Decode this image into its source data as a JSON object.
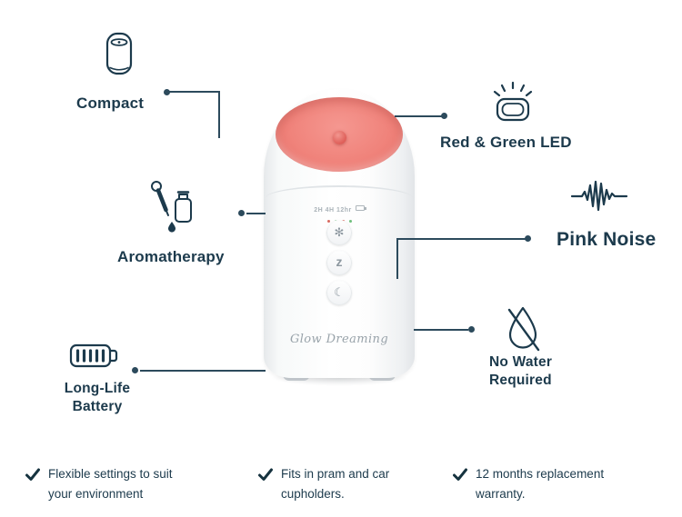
{
  "features": {
    "compact": {
      "label": "Compact"
    },
    "led": {
      "label": "Red & Green LED"
    },
    "aromatherapy": {
      "label": "Aromatherapy"
    },
    "pink_noise": {
      "label": "Pink Noise"
    },
    "battery": {
      "label": "Long-Life Battery"
    },
    "no_water": {
      "label": "No Water Required"
    }
  },
  "device": {
    "brand": "Glow Dreaming",
    "display": {
      "timer_text": "2H 4H 12hr",
      "indicator_colors": [
        "#d96a60",
        "#6fbf7d",
        "#d96a60",
        "#6fbf7d"
      ]
    },
    "buttons": {
      "light_glyph": "✻",
      "sound_glyph": "z",
      "sleep_glyph": "☾"
    }
  },
  "checklist": [
    "Flexible settings to suit your environment",
    "Fits in pram and car cupholders.",
    "12 months replacement warranty."
  ],
  "colors": {
    "ink": "#1c3a4c",
    "line": "#2c4a5c",
    "pink": "#f0837b",
    "pinkdark": "#e0625c",
    "check": "#16333f"
  }
}
